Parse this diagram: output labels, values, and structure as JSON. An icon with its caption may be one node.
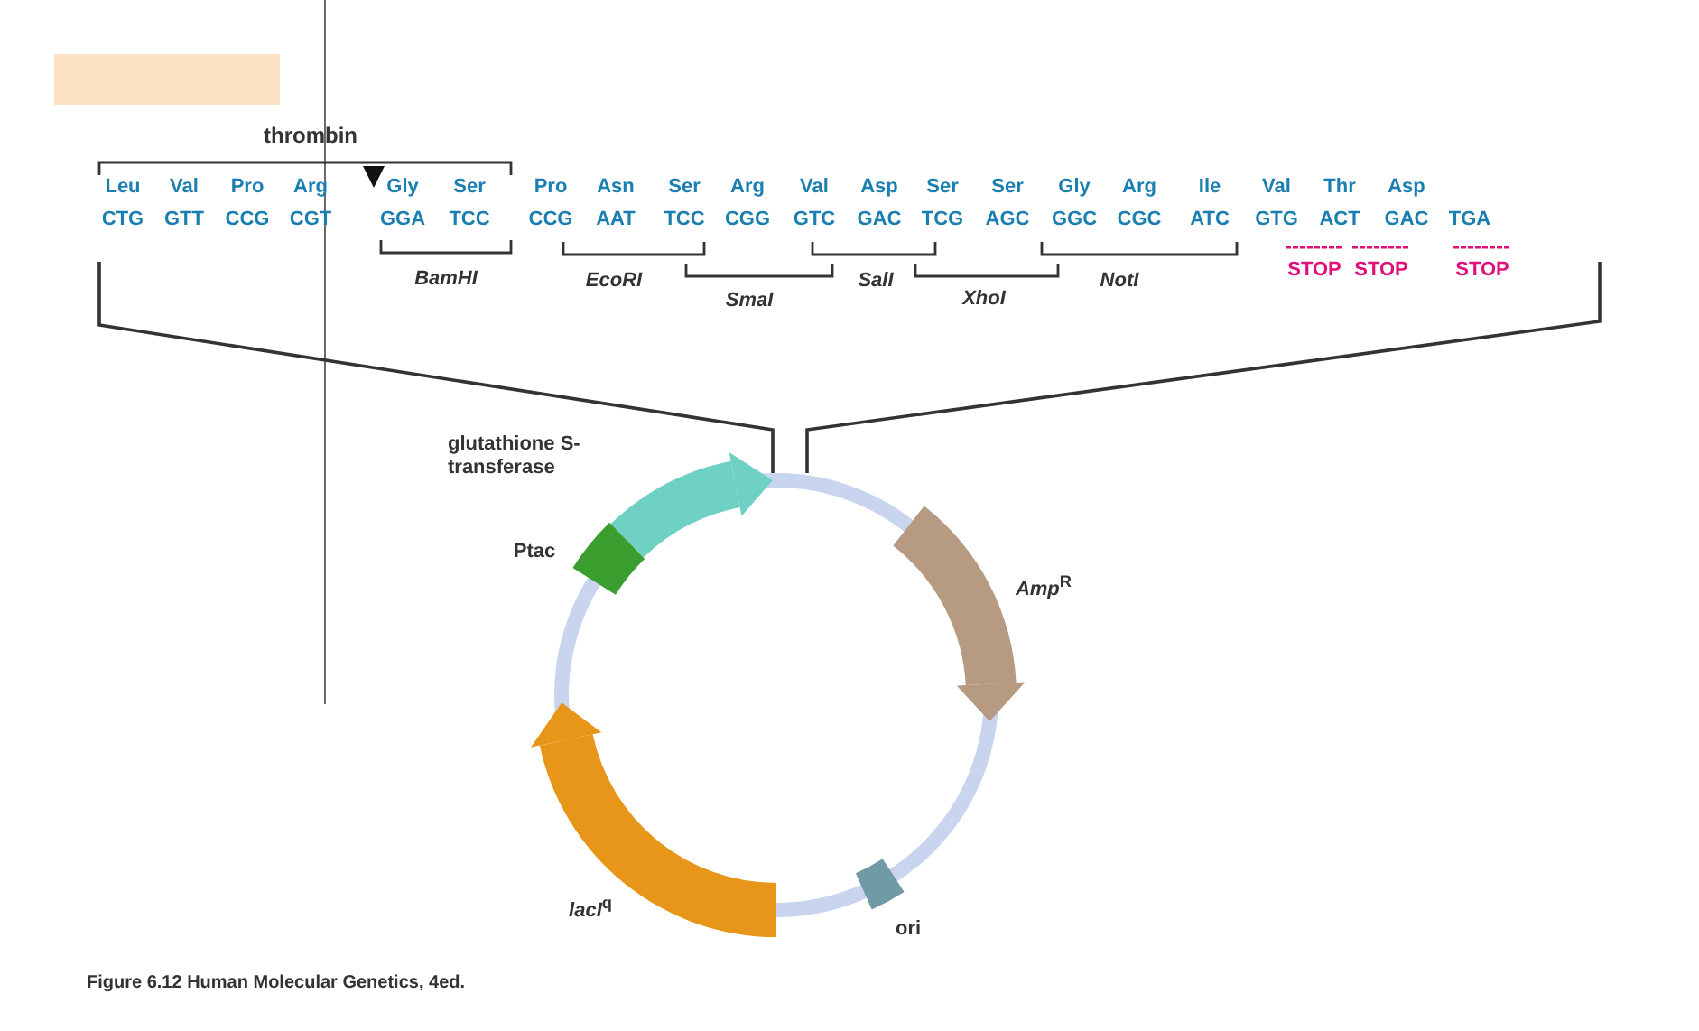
{
  "diagram": {
    "caption": "Figure 6.12 Human Molecular Genetics, 4ed.",
    "nodes": [
      {
        "text": [],
        "shape": "box"
      }
    ],
    "labels": [
      "thrombin",
      "Leu",
      "Val",
      "Pro",
      "Arg",
      "Gly",
      "Ser",
      "Pro",
      "Asn",
      "Ser",
      "Arg",
      "Val",
      "Asp",
      "Ser",
      "Ser",
      "Gly",
      "Arg",
      "Ile",
      "Val",
      "Thr",
      "Asp",
      "CTG",
      "GTT",
      "CCG",
      "CGT",
      "GGA",
      "TCC",
      "CCG",
      "AAT",
      "TCC",
      "CGG",
      "GTC",
      "GAC",
      "TCG",
      "AGC",
      "GGC",
      "CGC",
      "ATC",
      "GTG",
      "ACT",
      "GAC",
      "TGA",
      "BamHI",
      "EcoRI",
      "SmaI",
      "SalI",
      "XhoI",
      "NotI",
      "STOP",
      "STOP",
      "STOP",
      "glutathione S-transferase",
      "Ptac",
      "*Amp*$^{R}$",
      "*lacI*$^{q}$",
      "ori"
    ]
  }
}
